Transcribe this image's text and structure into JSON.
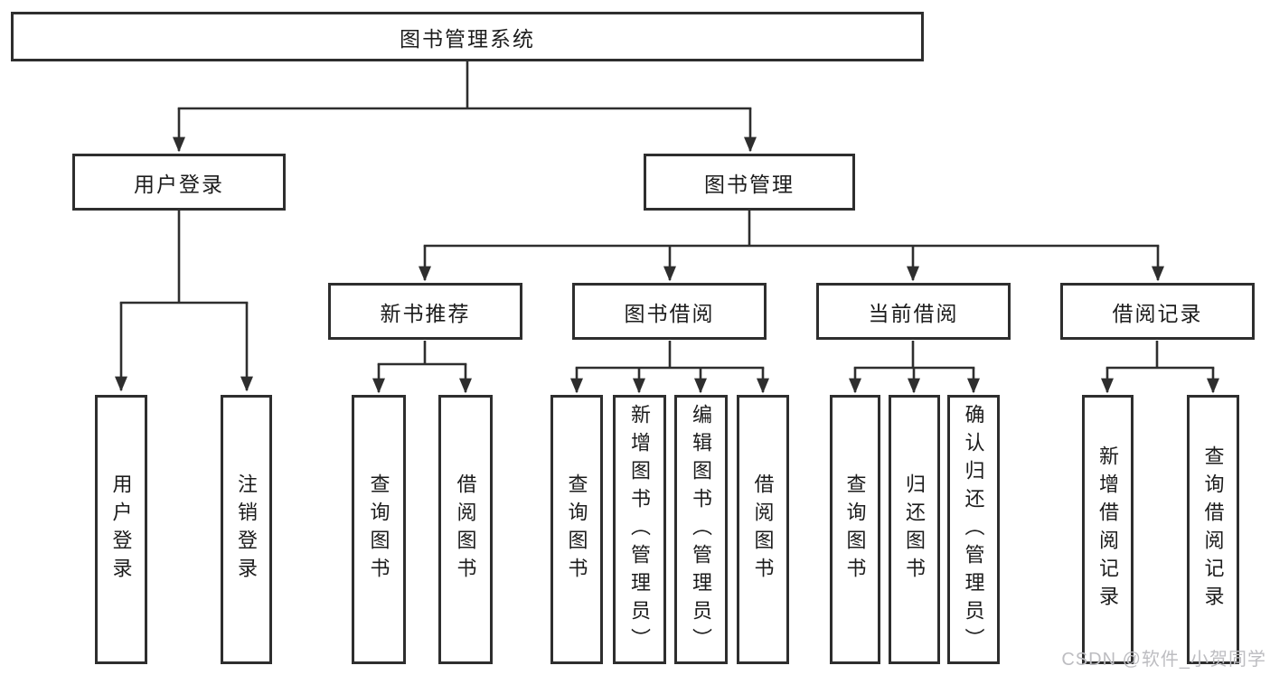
{
  "diagram": {
    "root": {
      "label": "图书管理系统"
    },
    "branches": [
      {
        "label": "用户登录",
        "children": [
          {
            "label": "用户登录"
          },
          {
            "label": "注销登录"
          }
        ]
      },
      {
        "label": "图书管理",
        "children": [
          {
            "label": "新书推荐",
            "children": [
              {
                "label": "查询图书"
              },
              {
                "label": "借阅图书"
              }
            ]
          },
          {
            "label": "图书借阅",
            "children": [
              {
                "label": "查询图书"
              },
              {
                "label": "新增图书（管理员）"
              },
              {
                "label": "编辑图书（管理员）"
              },
              {
                "label": "借阅图书"
              }
            ]
          },
          {
            "label": "当前借阅",
            "children": [
              {
                "label": "查询图书"
              },
              {
                "label": "归还图书"
              },
              {
                "label": "确认归还（管理员）"
              }
            ]
          },
          {
            "label": "借阅记录",
            "children": [
              {
                "label": "新增借阅记录"
              },
              {
                "label": "查询借阅记录"
              }
            ]
          }
        ]
      }
    ]
  },
  "watermark": {
    "text": "CSDN @软件_小贺同学"
  },
  "colors": {
    "line": "#2e2e2e",
    "text": "#1c1c1c",
    "background": "#ffffff",
    "watermark": "#bdbdc1"
  }
}
